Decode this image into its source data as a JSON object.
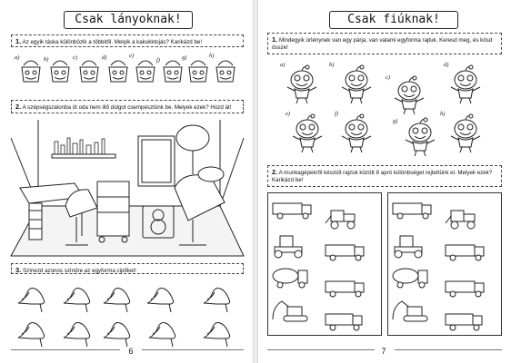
{
  "left_page": {
    "title": "Csak lányoknak!",
    "page_number": "6",
    "task1": {
      "number": "1.",
      "text": "Az egyik táska különbözik a többitől. Melyik a kakukktojás? Karikázd be!",
      "options": [
        "a)",
        "b)",
        "c)",
        "d)",
        "e)",
        "f)",
        "g)",
        "h)"
      ]
    },
    "task2": {
      "number": "2.",
      "text": "A szépségszalonba öt oda nem illő dolgot csempésztünk be. Melyek ezek? Húzd át!"
    },
    "task3": {
      "number": "3.",
      "text": "Színezd azonos színűre az egyforma cipőket!"
    }
  },
  "right_page": {
    "title": "Csak fiúknak!",
    "page_number": "7",
    "task1": {
      "number": "1.",
      "text": "Mindegyik ürlénynek van egy párja, van valami egyforma rajtuk. Keresd meg, és kösd össze!",
      "options": [
        "a)",
        "b)",
        "c)",
        "d)",
        "e)",
        "f)",
        "g)",
        "h)"
      ]
    },
    "task2": {
      "number": "2.",
      "text": "A munkagépekről készült rajzok között 8 apró különbséget rejtettünk el. Melyek ezek? Karikázd be!"
    }
  },
  "colors": {
    "ink": "#111111",
    "paper": "#ffffff",
    "gutter": "#e0e0e0"
  }
}
